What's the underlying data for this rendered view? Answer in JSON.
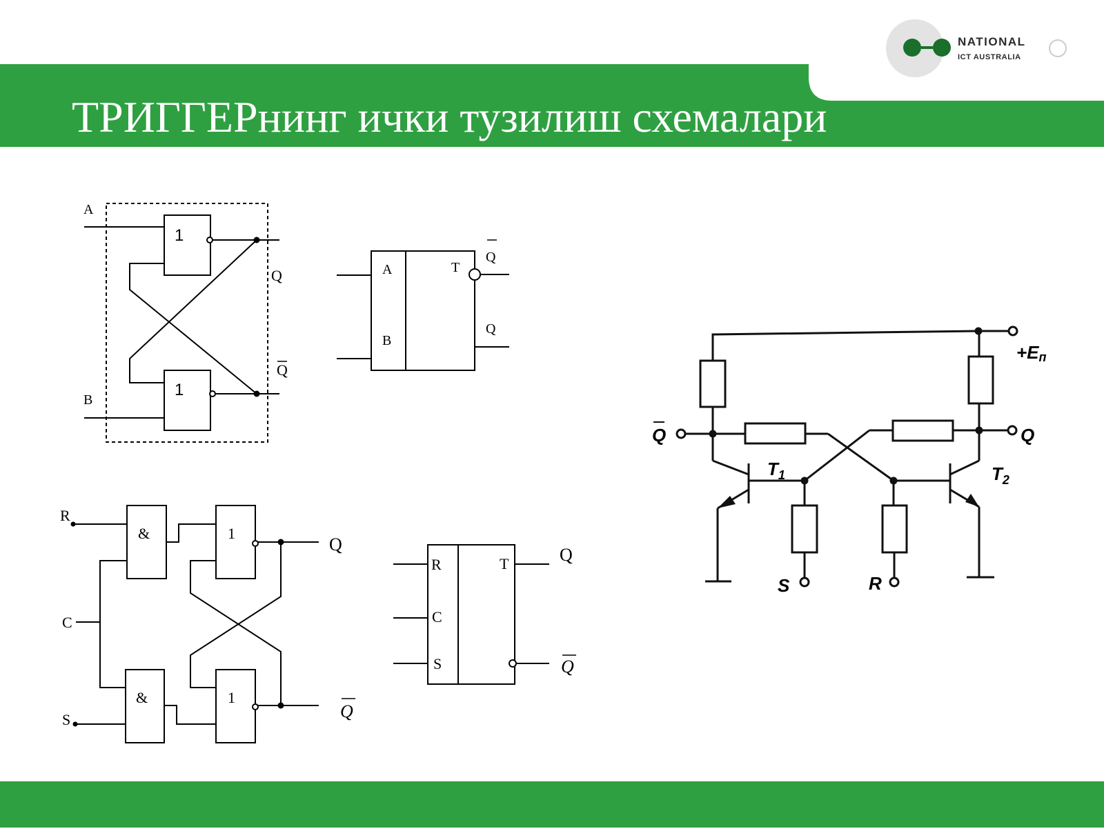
{
  "slide": {
    "title": "ТРИГГЕРнинг ички тузилиш схемалари",
    "accent_color": "#2fa041"
  },
  "logo": {
    "line1": "NATIONAL",
    "line2": "ICT AUSTRALIA"
  },
  "diagram1": {
    "input_a": "A",
    "input_b": "B",
    "gate_top": "1",
    "gate_bottom": "1",
    "out_q": "Q",
    "out_qbar": "Q"
  },
  "symbol1": {
    "pin_a": "A",
    "pin_b": "B",
    "pin_t": "T",
    "out_qbar": "Q",
    "out_q": "Q"
  },
  "diagram2": {
    "input_r": "R",
    "input_c": "C",
    "input_s": "S",
    "and_top": "&",
    "and_bottom": "&",
    "or_top": "1",
    "or_bottom": "1",
    "out_q": "Q",
    "out_qbar": "Q"
  },
  "symbol2": {
    "pin_r": "R",
    "pin_c": "C",
    "pin_s": "S",
    "pin_t": "T",
    "out_q": "Q",
    "out_qbar": "Q"
  },
  "transistor": {
    "supply": "+E",
    "supply_sub": "п",
    "t1": "T",
    "t1_sub": "1",
    "t2": "T",
    "t2_sub": "2",
    "out_qbar": "Q",
    "out_q": "Q",
    "input_s": "S",
    "input_r": "R"
  }
}
